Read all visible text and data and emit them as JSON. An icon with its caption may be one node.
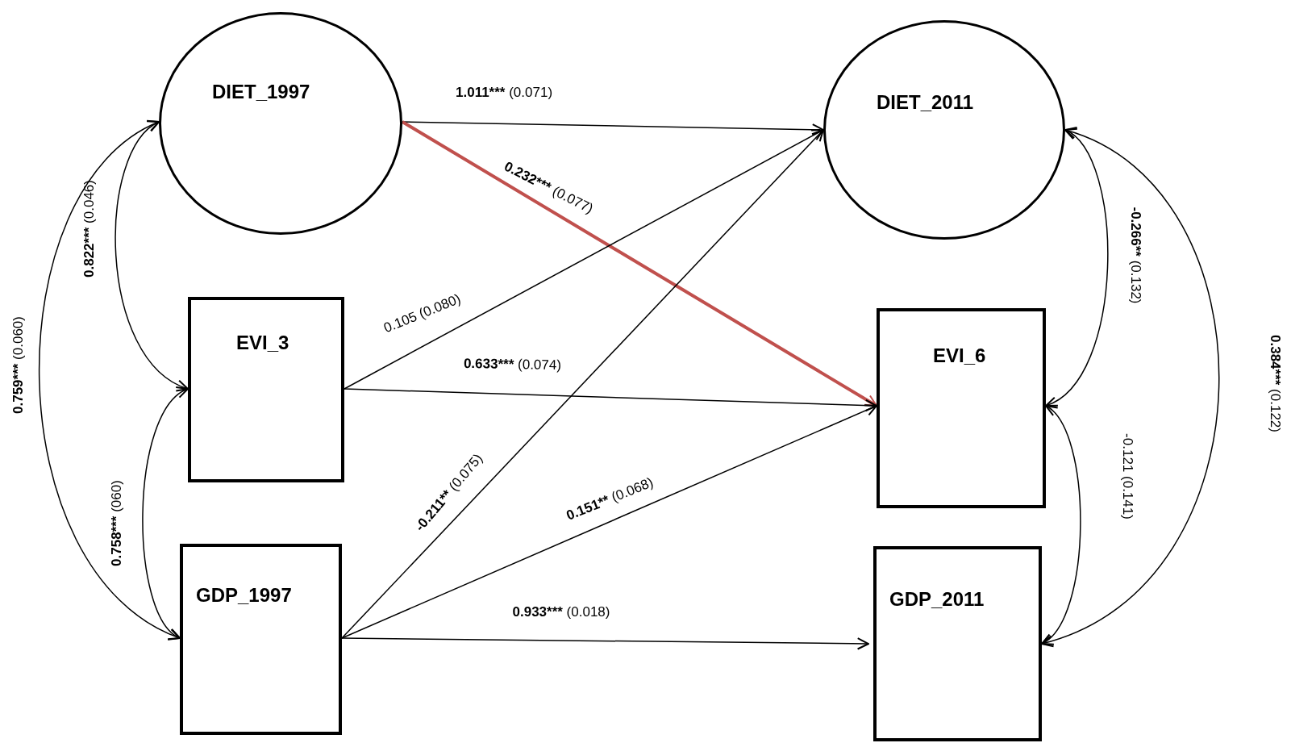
{
  "diagram": {
    "nodes": [
      {
        "text": [
          "DIET_1997"
        ]
      },
      {
        "text": [
          "DIET_2011"
        ]
      },
      {
        "text": [
          "EVI_3"
        ]
      },
      {
        "text": [
          "EVI_6"
        ]
      },
      {
        "text": [
          "GDP_1997"
        ]
      },
      {
        "text": [
          "GDP_2011"
        ]
      }
    ],
    "edges": [
      {
        "from": 0,
        "to": 1,
        "arrow": "to",
        "label": "1.011*** (0.071)"
      },
      {
        "from": 0,
        "to": 3,
        "arrow": "to",
        "label": "0.232*** (0.077)",
        "style": "thick",
        "color": "#c0504d"
      },
      {
        "from": 2,
        "to": 1,
        "arrow": "to",
        "label": "0.105 (0.080)"
      },
      {
        "from": 2,
        "to": 3,
        "arrow": "to",
        "label": "0.633*** (0.074)"
      },
      {
        "from": 4,
        "to": 1,
        "arrow": "to",
        "label": "-0.211** (0.075)"
      },
      {
        "from": 4,
        "to": 3,
        "arrow": "to",
        "label": "0.151** (0.068)"
      },
      {
        "from": 4,
        "to": 5,
        "arrow": "to",
        "label": "0.933*** (0.018)"
      },
      {
        "from": 0,
        "to": 2,
        "arrow": "both",
        "label": "0.822*** (0.046)"
      },
      {
        "from": 2,
        "to": 4,
        "arrow": "both",
        "label": "0.758*** (060)"
      },
      {
        "from": 0,
        "to": 4,
        "arrow": "both",
        "label": "0.759*** (0.060)"
      },
      {
        "from": 1,
        "to": 3,
        "arrow": "both",
        "label": "-0.266** (0.132)"
      },
      {
        "from": 3,
        "to": 5,
        "arrow": "both",
        "label": "-0.121 (0.141)"
      },
      {
        "from": 1,
        "to": 5,
        "arrow": "both",
        "label": "0.384*** (0.122)"
      }
    ]
  }
}
